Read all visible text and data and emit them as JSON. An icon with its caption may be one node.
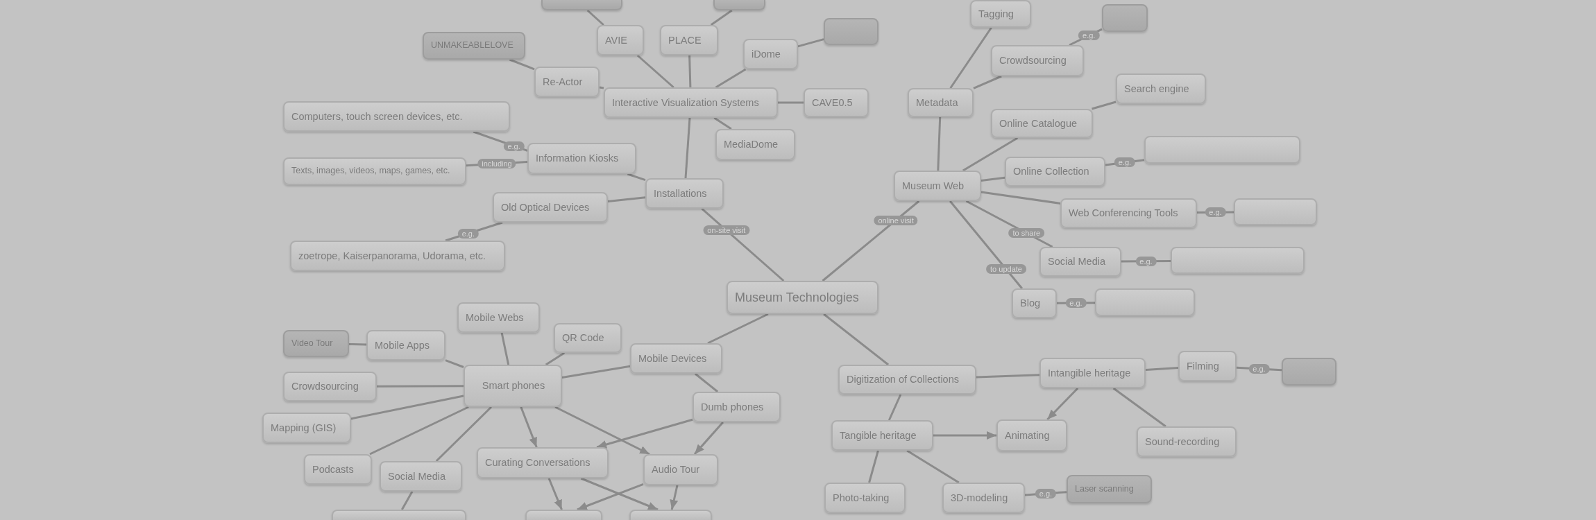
{
  "diagram": {
    "nodes": [
      {
        "text": [],
        "shape": "box"
      },
      {
        "text": [],
        "shape": "box"
      },
      {
        "text": [
          "Tagging"
        ]
      },
      {
        "text": [],
        "shape": "box"
      },
      {
        "text": [],
        "shape": "box"
      },
      {
        "text": [
          "AVIE"
        ]
      },
      {
        "text": [
          "PLACE"
        ]
      },
      {
        "text": [
          "UNMAKEABLELOVE"
        ]
      },
      {
        "text": [
          "iDome"
        ]
      },
      {
        "text": [
          "Crowdsourcing"
        ]
      },
      {
        "text": [
          "Re-Actor"
        ]
      },
      {
        "text": [
          "Search engine"
        ]
      },
      {
        "text": [
          "Interactive Visualization Systems"
        ]
      },
      {
        "text": [
          "CAVE0.5"
        ]
      },
      {
        "text": [
          "Metadata"
        ]
      },
      {
        "text": [
          "Computers, touch screen devices, etc."
        ]
      },
      {
        "text": [
          "Online Catalogue"
        ]
      },
      {
        "text": [
          "MediaDome"
        ]
      },
      {
        "text": [],
        "shape": "box"
      },
      {
        "text": [
          "Information Kiosks"
        ]
      },
      {
        "text": [
          "Texts, images, videos, maps, games, etc."
        ]
      },
      {
        "text": [
          "Online Collection"
        ]
      },
      {
        "text": [
          "Museum Web"
        ]
      },
      {
        "text": [
          "Installations"
        ]
      },
      {
        "text": [
          "Old Optical Devices"
        ]
      },
      {
        "text": [
          "Web Conferencing Tools"
        ]
      },
      {
        "text": [],
        "shape": "box"
      },
      {
        "text": [
          "zoetrope, Kaiserpanorama, Udorama, etc."
        ]
      },
      {
        "text": [
          "Social Media"
        ]
      },
      {
        "text": [],
        "shape": "box"
      },
      {
        "text": [
          "Museum Technologies"
        ]
      },
      {
        "text": [
          "Blog"
        ]
      },
      {
        "text": [],
        "shape": "box"
      },
      {
        "text": [
          "Mobile Webs"
        ]
      },
      {
        "text": [
          "QR Code"
        ]
      },
      {
        "text": [
          "Video Tour"
        ]
      },
      {
        "text": [
          "Mobile Apps"
        ]
      },
      {
        "text": [
          "Mobile Devices"
        ]
      },
      {
        "text": [
          "Filming"
        ]
      },
      {
        "text": [
          "Intangible heritage"
        ]
      },
      {
        "text": [],
        "shape": "box"
      },
      {
        "text": [
          "Smart phones"
        ]
      },
      {
        "text": [
          "Digitization of Collections"
        ]
      },
      {
        "text": [
          "Crowdsourcing"
        ]
      },
      {
        "text": [
          "Dumb phones"
        ]
      },
      {
        "text": [
          "Mapping (GIS)"
        ]
      },
      {
        "text": [
          "Animating"
        ]
      },
      {
        "text": [
          "Tangible heritage"
        ]
      },
      {
        "text": [
          "Sound-recording"
        ]
      },
      {
        "text": [
          "Curating Conversations"
        ]
      },
      {
        "text": [
          "Podcasts"
        ]
      },
      {
        "text": [
          "Audio Tour"
        ]
      },
      {
        "text": [
          "Social Media"
        ]
      },
      {
        "text": [
          "Laser scanning"
        ]
      },
      {
        "text": [
          "Photo-taking"
        ]
      },
      {
        "text": [
          "3D-modeling"
        ]
      },
      {
        "text": [],
        "shape": "box"
      },
      {
        "text": [],
        "shape": "box"
      },
      {
        "text": [],
        "shape": "box"
      }
    ],
    "edges": [
      {
        "from": 23,
        "to": 30,
        "arrow": "none",
        "label": "on-site visit"
      },
      {
        "from": 22,
        "to": 30,
        "arrow": "none",
        "label": "online visit"
      },
      {
        "from": 30,
        "to": 37,
        "arrow": "none"
      },
      {
        "from": 30,
        "to": 42,
        "arrow": "none"
      },
      {
        "from": 12,
        "to": 23,
        "arrow": "none"
      },
      {
        "from": 19,
        "to": 23,
        "arrow": "none"
      },
      {
        "from": 24,
        "to": 23,
        "arrow": "none"
      },
      {
        "from": 19,
        "to": 15,
        "arrow": "none",
        "label": "e.g."
      },
      {
        "from": 19,
        "to": 20,
        "arrow": "none",
        "label": "including"
      },
      {
        "from": 24,
        "to": 27,
        "arrow": "none",
        "label": "e.g."
      },
      {
        "from": 12,
        "to": 10,
        "arrow": "none"
      },
      {
        "from": 12,
        "to": 5,
        "arrow": "none"
      },
      {
        "from": 12,
        "to": 6,
        "arrow": "none"
      },
      {
        "from": 12,
        "to": 8,
        "arrow": "none"
      },
      {
        "from": 12,
        "to": 13,
        "arrow": "none"
      },
      {
        "from": 12,
        "to": 17,
        "arrow": "none"
      },
      {
        "from": 10,
        "to": 7,
        "arrow": "none"
      },
      {
        "from": 5,
        "to": 0,
        "arrow": "none"
      },
      {
        "from": 6,
        "to": 1,
        "arrow": "none"
      },
      {
        "from": 8,
        "to": 4,
        "arrow": "none"
      },
      {
        "from": 22,
        "to": 14,
        "arrow": "none"
      },
      {
        "from": 22,
        "to": 16,
        "arrow": "none"
      },
      {
        "from": 22,
        "to": 21,
        "arrow": "none"
      },
      {
        "from": 22,
        "to": 25,
        "arrow": "none"
      },
      {
        "from": 22,
        "to": 28,
        "arrow": "none",
        "label": "to share"
      },
      {
        "from": 22,
        "to": 31,
        "arrow": "none",
        "label": "to update"
      },
      {
        "from": 14,
        "to": 2,
        "arrow": "none"
      },
      {
        "from": 14,
        "to": 9,
        "arrow": "none"
      },
      {
        "from": 9,
        "to": 3,
        "arrow": "none",
        "label": "e.g."
      },
      {
        "from": 16,
        "to": 11,
        "arrow": "none"
      },
      {
        "from": 21,
        "to": 18,
        "arrow": "none",
        "label": "e.g."
      },
      {
        "from": 25,
        "to": 26,
        "arrow": "none",
        "label": "e.g."
      },
      {
        "from": 28,
        "to": 29,
        "arrow": "none",
        "label": "e.g."
      },
      {
        "from": 31,
        "to": 32,
        "arrow": "none",
        "label": "e.g."
      },
      {
        "from": 37,
        "to": 41,
        "arrow": "none"
      },
      {
        "from": 37,
        "to": 44,
        "arrow": "none"
      },
      {
        "from": 41,
        "to": 33,
        "arrow": "none"
      },
      {
        "from": 41,
        "to": 34,
        "arrow": "none"
      },
      {
        "from": 41,
        "to": 36,
        "arrow": "none"
      },
      {
        "from": 41,
        "to": 43,
        "arrow": "none"
      },
      {
        "from": 41,
        "to": 45,
        "arrow": "none"
      },
      {
        "from": 41,
        "to": 50,
        "arrow": "none"
      },
      {
        "from": 41,
        "to": 52,
        "arrow": "none"
      },
      {
        "from": 36,
        "to": 35,
        "arrow": "none"
      },
      {
        "from": 41,
        "to": 49,
        "arrow": "to"
      },
      {
        "from": 41,
        "to": 51,
        "arrow": "to"
      },
      {
        "from": 44,
        "to": 49,
        "arrow": "to"
      },
      {
        "from": 44,
        "to": 51,
        "arrow": "to"
      },
      {
        "from": 52,
        "to": 56,
        "arrow": "none"
      },
      {
        "from": 49,
        "to": 57,
        "arrow": "to"
      },
      {
        "from": 49,
        "to": 58,
        "arrow": "to"
      },
      {
        "from": 51,
        "to": 57,
        "arrow": "to"
      },
      {
        "from": 51,
        "to": 58,
        "arrow": "to"
      },
      {
        "from": 42,
        "to": 39,
        "arrow": "none"
      },
      {
        "from": 42,
        "to": 47,
        "arrow": "none"
      },
      {
        "from": 39,
        "to": 38,
        "arrow": "none"
      },
      {
        "from": 38,
        "to": 40,
        "arrow": "none",
        "label": "e.g."
      },
      {
        "from": 39,
        "to": 46,
        "arrow": "to"
      },
      {
        "from": 39,
        "to": 48,
        "arrow": "none"
      },
      {
        "from": 47,
        "to": 46,
        "arrow": "to"
      },
      {
        "from": 47,
        "to": 54,
        "arrow": "none"
      },
      {
        "from": 47,
        "to": 55,
        "arrow": "none"
      },
      {
        "from": 55,
        "to": 53,
        "arrow": "none",
        "label": "e.g."
      }
    ]
  }
}
